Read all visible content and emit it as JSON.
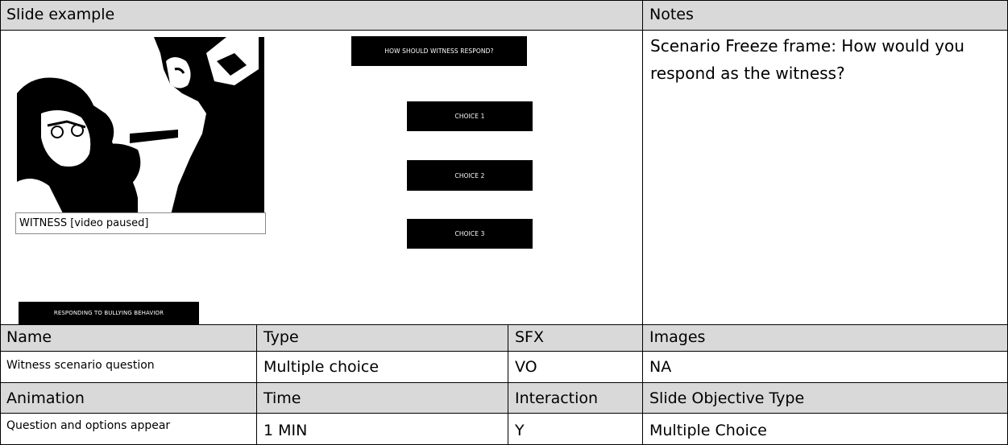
{
  "header": {
    "slide_example": "Slide example",
    "notes": "Notes"
  },
  "slide": {
    "question_label": "HOW SHOULD WITNESS RESPOND?",
    "choices": [
      "CHOICE 1",
      "CHOICE 2",
      "CHOICE 3"
    ],
    "caption": "WITNESS [video paused]",
    "topic_label": "RESPONDING TO BULLYING BEHAVIOR"
  },
  "notes_text": "Scenario Freeze frame: How would you respond as the witness?",
  "table": {
    "row1_headers": [
      "Name",
      "Type",
      "SFX",
      "Images"
    ],
    "row1_values": [
      "Witness scenario question",
      "Multiple choice",
      "VO",
      "NA"
    ],
    "row2_headers": [
      "Animation",
      "Time",
      "Interaction",
      "Slide Objective Type"
    ],
    "row2_values": [
      "Question and options appear",
      "1 MIN",
      "Y",
      "Multiple Choice"
    ]
  },
  "colors": {
    "header_bg": "#d9d9d9",
    "button_bg": "#000000",
    "button_text": "#ffffff"
  }
}
